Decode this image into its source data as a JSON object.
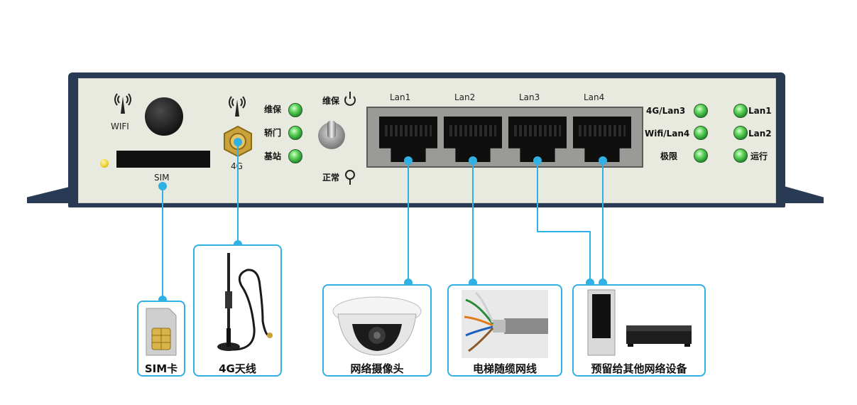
{
  "device": {
    "wifi_label": "WIFI",
    "sim_label": "SIM",
    "antenna_label": "4G",
    "status_leds": [
      {
        "label": "维保"
      },
      {
        "label": "轿门"
      },
      {
        "label": "基站"
      }
    ],
    "switch_top_label": "维保",
    "switch_bottom_label": "正常",
    "lan_ports": [
      "Lan1",
      "Lan2",
      "Lan3",
      "Lan4"
    ],
    "right_leds": [
      {
        "label": "4G/Lan3"
      },
      {
        "label": "Wifi/Lan4"
      },
      {
        "label": "极限"
      }
    ],
    "far_right_leds": [
      {
        "label": "Lan1"
      },
      {
        "label": "Lan2"
      },
      {
        "label": "运行"
      }
    ]
  },
  "connections": [
    {
      "caption": "SIM卡",
      "icon": "sim-card-icon"
    },
    {
      "caption": "4G天线",
      "icon": "antenna-icon"
    },
    {
      "caption": "网络摄像头",
      "icon": "dome-camera-icon"
    },
    {
      "caption": "电梯随缆网线",
      "icon": "network-cable-icon"
    },
    {
      "caption": "预留给其他网络设备",
      "icon": "network-device-icon"
    }
  ],
  "colors": {
    "connector_line": "#2fb1e3",
    "device_frame": "#293a55",
    "panel": "#e9eadf",
    "led_green": "#3fbf3f",
    "led_yellow": "#f0d12a"
  }
}
